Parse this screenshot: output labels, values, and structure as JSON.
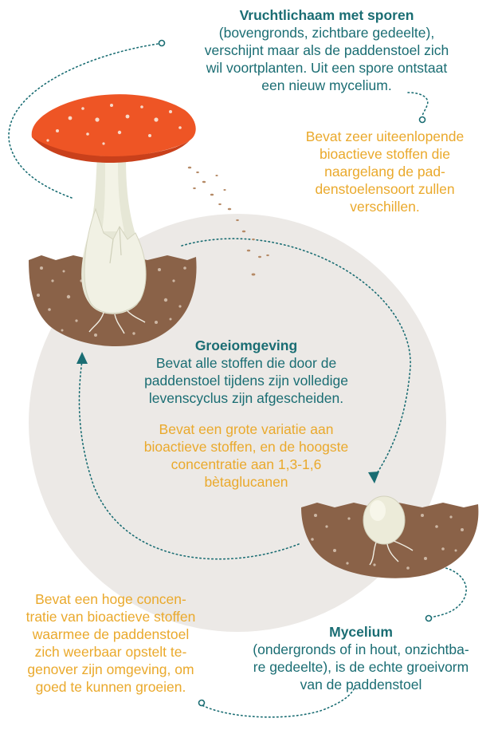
{
  "fruiting_body": {
    "title": "Vruchtlichaam met sporen",
    "lines": [
      "(bovengronds, zichtbare gedeelte),",
      "verschijnt maar als de paddenstoel zich",
      "wil voortplanten. Uit een spore ontstaat",
      "een nieuw mycelium."
    ],
    "note": [
      "Bevat zeer uiteenlopende",
      "bioactieve stoffen die",
      "naargelang de pad-",
      "denstoelensoort zullen",
      "verschillen."
    ]
  },
  "growth_environment": {
    "title": "Groeiomgeving",
    "lines": [
      "Bevat alle stoffen die door de",
      "paddenstoel tijdens zijn volledige",
      "levenscyclus zijn afgescheiden."
    ],
    "note": [
      "Bevat een grote variatie aan",
      "bioactieve stoffen, en de hoogste",
      "concentratie aan 1,3-1,6",
      "bètaglucanen"
    ]
  },
  "mycelium": {
    "title": "Mycelium",
    "lines": [
      "(ondergronds of in hout, onzichtba-",
      "re gedeelte), is de echte groeivorm",
      "van de paddenstoel"
    ],
    "note": [
      "Bevat een hoge concen-",
      "tratie van bioactieve stoffen",
      "waarmee de paddenstoel",
      "zich weerbaar opstelt te-",
      "genover zijn omgeving, om",
      "goed te kunnen groeien."
    ]
  },
  "colors": {
    "teal": "#1a6d73",
    "gold": "#eaa92c",
    "soil": "#8a6248",
    "cap": "#ee5525",
    "circle": "#ece9e6"
  }
}
